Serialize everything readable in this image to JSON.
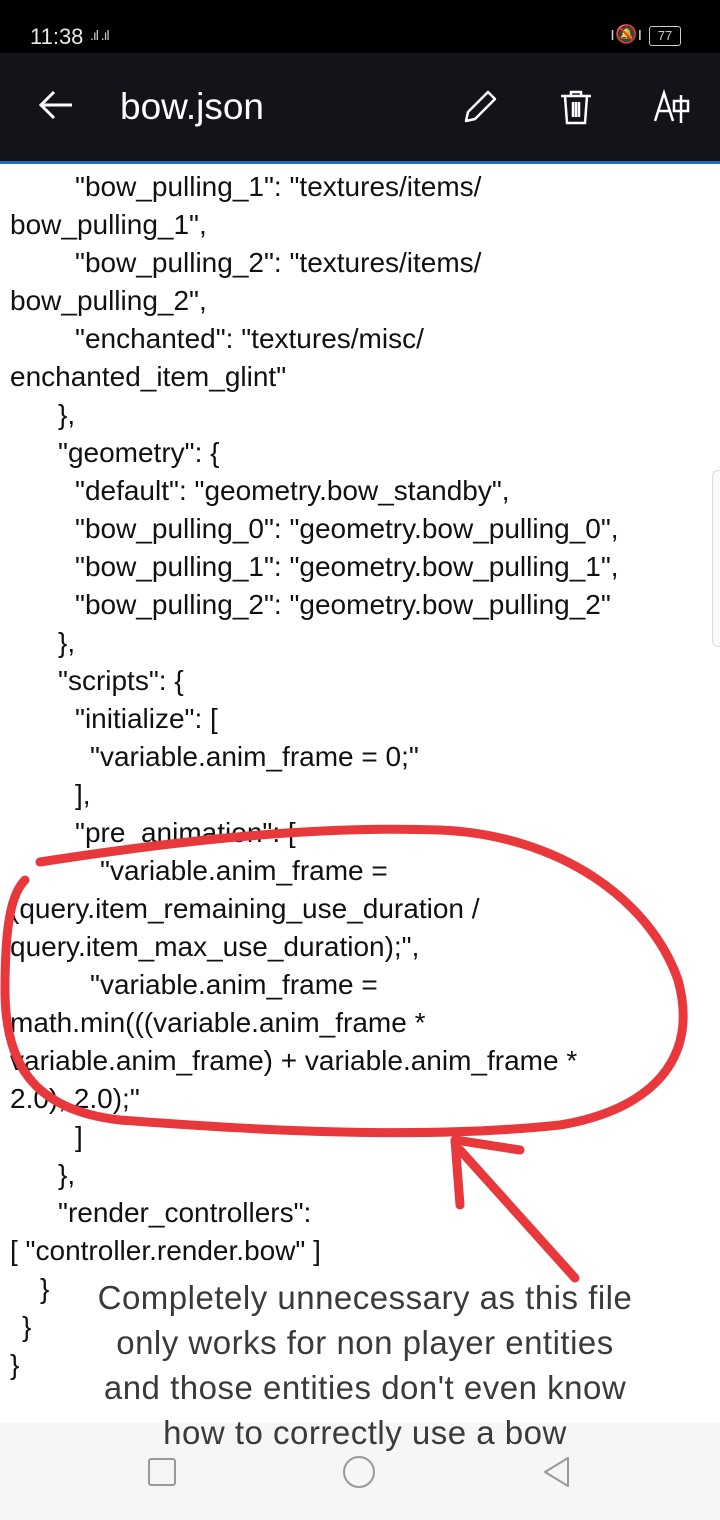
{
  "status_bar": {
    "time": "11:38",
    "signal": ".ıl .ıl",
    "battery": "77"
  },
  "app_bar": {
    "title": "bow.json",
    "icons": [
      "back-arrow-icon",
      "edit-pencil-icon",
      "delete-trash-icon",
      "text-format-icon"
    ]
  },
  "code_lines": [
    "\"bow_pulling_1\": \"textures/items/",
    "bow_pulling_1\",",
    "\"bow_pulling_2\": \"textures/items/",
    "bow_pulling_2\",",
    "\"enchanted\": \"textures/misc/",
    "enchanted_item_glint\"",
    "},",
    "\"geometry\": {",
    "\"default\": \"geometry.bow_standby\",",
    "\"bow_pulling_0\": \"geometry.bow_pulling_0\",",
    "\"bow_pulling_1\": \"geometry.bow_pulling_1\",",
    "\"bow_pulling_2\": \"geometry.bow_pulling_2\"",
    "},",
    "\"scripts\": {",
    "\"initialize\": [",
    "\"variable.anim_frame = 0;\"",
    "],",
    "\"pre_animation\": [",
    "\"variable.anim_frame =",
    "(query.item_remaining_use_duration /",
    "query.item_max_use_duration);\",",
    "\"variable.anim_frame =",
    "math.min(((variable.anim_frame *",
    "variable.anim_frame) + variable.anim_frame *",
    "2.0), 2.0);\"",
    "]",
    "},",
    "\"render_controllers\":",
    "[ \"controller.render.bow\" ]",
    "}",
    "}",
    "}"
  ],
  "annotation": {
    "color": "#e8383b",
    "note_lines": [
      "Completely unnecessary as this file",
      "only works for non player entities",
      "and those entities don't even know",
      "how to correctly use a bow"
    ]
  }
}
